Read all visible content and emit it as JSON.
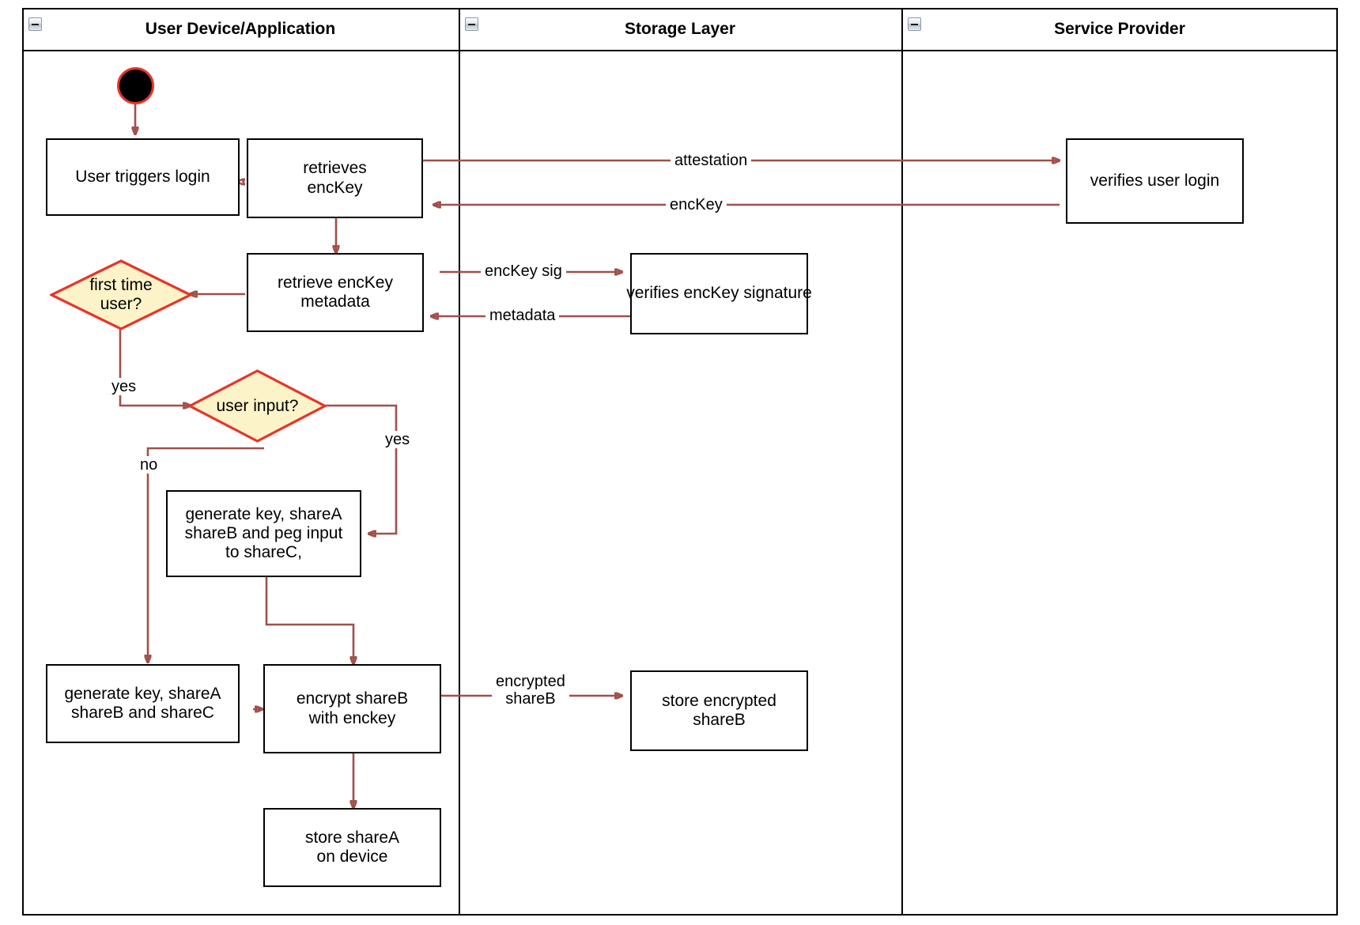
{
  "diagram": {
    "type": "uml-activity-swimlane",
    "title": "Login / key-share provisioning flow"
  },
  "lanes": [
    {
      "id": "user-device",
      "title": "User Device/Application",
      "collapse_icon": "minus-icon"
    },
    {
      "id": "storage-layer",
      "title": "Storage Layer",
      "collapse_icon": "minus-icon"
    },
    {
      "id": "service-provider",
      "title": "Service Provider",
      "collapse_icon": "minus-icon"
    }
  ],
  "nodes": {
    "start": {
      "name": "start-node",
      "shape": "initial-node"
    },
    "user_triggers_login": {
      "label": "User triggers login",
      "shape": "action"
    },
    "retrieves_enckey": {
      "label": "retrieves\nencKey",
      "shape": "action"
    },
    "retrieve_enckey_metadata": {
      "label": "retrieve encKey\nmetadata",
      "shape": "action"
    },
    "first_time_user": {
      "label": "first time\nuser?",
      "shape": "decision"
    },
    "user_input": {
      "label": "user input?",
      "shape": "decision"
    },
    "generate_peg": {
      "label": "generate key, shareA\nshareB and peg input\nto shareC,",
      "shape": "action"
    },
    "generate_shares": {
      "label": "generate key, shareA\nshareB and shareC",
      "shape": "action"
    },
    "encrypt_shareb": {
      "label": "encrypt shareB\nwith enckey",
      "shape": "action"
    },
    "store_sharea": {
      "label": "store shareA\non device",
      "shape": "action"
    },
    "verifies_enckey_signature": {
      "label": "verifies encKey signature",
      "shape": "action"
    },
    "store_encrypted_shareb": {
      "label": "store encrypted\nshareB",
      "shape": "action"
    },
    "verifies_user_login": {
      "label": "verifies user login",
      "shape": "action"
    }
  },
  "edge_labels": {
    "attestation": "attestation",
    "enckey": "encKey",
    "enckey_sig": "encKey sig",
    "metadata": "metadata",
    "yes_first_time": "yes",
    "yes_user_input": "yes",
    "no_user_input": "no",
    "encrypted_shareb": "encrypted\nshareB"
  },
  "colors": {
    "decision_fill": "#FCF4C8",
    "decision_stroke": "#E8342A",
    "connector": "#A0504A",
    "node_stroke": "#000000",
    "start_fill": "#000000",
    "start_stroke": "#E8342A",
    "background": "#FFFFFF"
  }
}
